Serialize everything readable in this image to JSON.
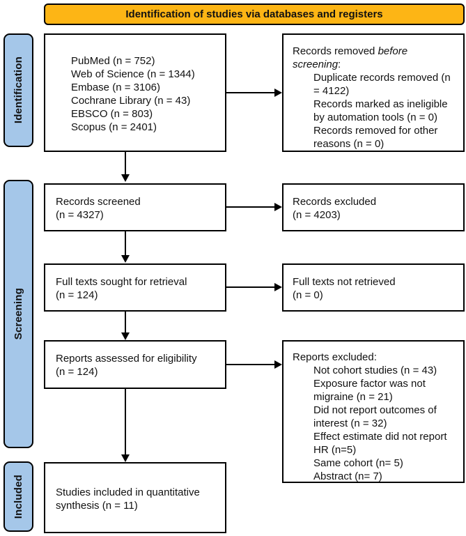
{
  "banner": {
    "title": "Identification of studies via databases and registers"
  },
  "colors": {
    "banner_bg": "#FDB515",
    "stage_bg": "#A5C7E9",
    "border": "#000000"
  },
  "stages": {
    "identification": "Identification",
    "screening": "Screening",
    "included": "Included"
  },
  "boxes": {
    "databases": {
      "lines": [
        "PubMed (n = 752)",
        "Web of Science (n = 1344)",
        "Embase (n = 3106)",
        "Cochrane Library (n = 43)",
        "EBSCO (n = 803)",
        "Scopus (n = 2401)"
      ]
    },
    "records_removed": {
      "title_prefix": "Records removed ",
      "title_italic": "before screening",
      "title_suffix": ":",
      "items": [
        "Duplicate records removed (n = 4122)",
        "Records marked as ineligible by automation tools (n = 0)",
        "Records removed for other reasons (n = 0)"
      ]
    },
    "records_screened": {
      "lines": [
        "Records screened",
        "(n = 4327)"
      ]
    },
    "records_excluded": {
      "lines": [
        "Records excluded",
        "(n = 4203)"
      ]
    },
    "full_texts_sought": {
      "lines": [
        "Full texts sought for retrieval",
        "(n = 124)"
      ]
    },
    "full_texts_not_retrieved": {
      "lines": [
        "Full texts not retrieved",
        "(n = 0)"
      ]
    },
    "reports_assessed": {
      "lines": [
        "Reports assessed for eligibility",
        "(n = 124)"
      ]
    },
    "reports_excluded": {
      "title": "Reports excluded:",
      "items": [
        "Not cohort studies (n = 43)",
        "Exposure factor was not migraine (n = 21)",
        "Did not report outcomes of interest (n = 32)",
        "Effect estimate did not report HR (n=5)",
        "Same cohort (n= 5)",
        "Abstract (n= 7)"
      ]
    },
    "studies_included": {
      "lines": [
        "Studies included in quantitative",
        "synthesis (n = 11)"
      ]
    }
  }
}
